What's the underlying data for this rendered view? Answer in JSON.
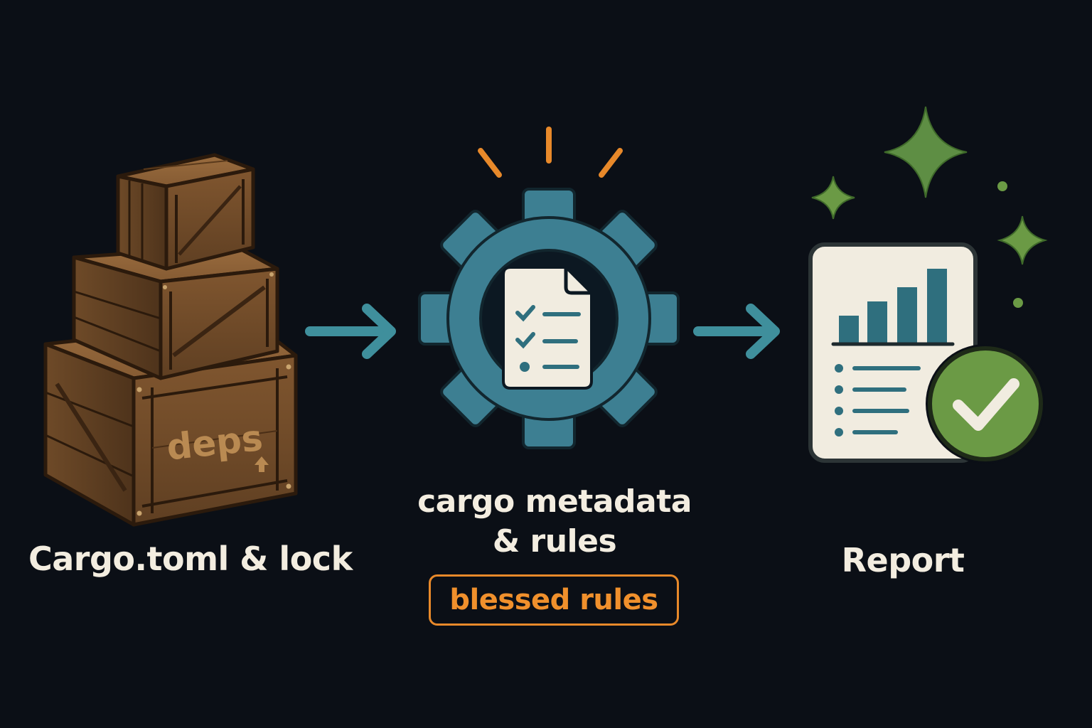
{
  "colors": {
    "background": "#0b0f16",
    "crate_wood": "#7a5230",
    "gear_teal": "#3d7f92",
    "arrow_teal": "#3f8f9c",
    "highlight_orange": "#e8892a",
    "check_green": "#6b9a45",
    "sparkle_green": "#78a856",
    "document_cream": "#f1ece0",
    "label_text": "#f3ede0"
  },
  "nodes": {
    "input": {
      "label": "Cargo.toml & lock",
      "crate_text": "deps",
      "icon": "stacked-crates-icon"
    },
    "process": {
      "label_line1": "cargo metadata",
      "label_line2": "& rules",
      "badge": "blessed rules",
      "icon": "gear-checklist-icon"
    },
    "output": {
      "label": "Report",
      "icon": "report-chart-check-icon"
    }
  },
  "edges": [
    {
      "from": "input",
      "to": "process",
      "icon": "arrow-right-icon"
    },
    {
      "from": "process",
      "to": "output",
      "icon": "arrow-right-icon"
    }
  ]
}
